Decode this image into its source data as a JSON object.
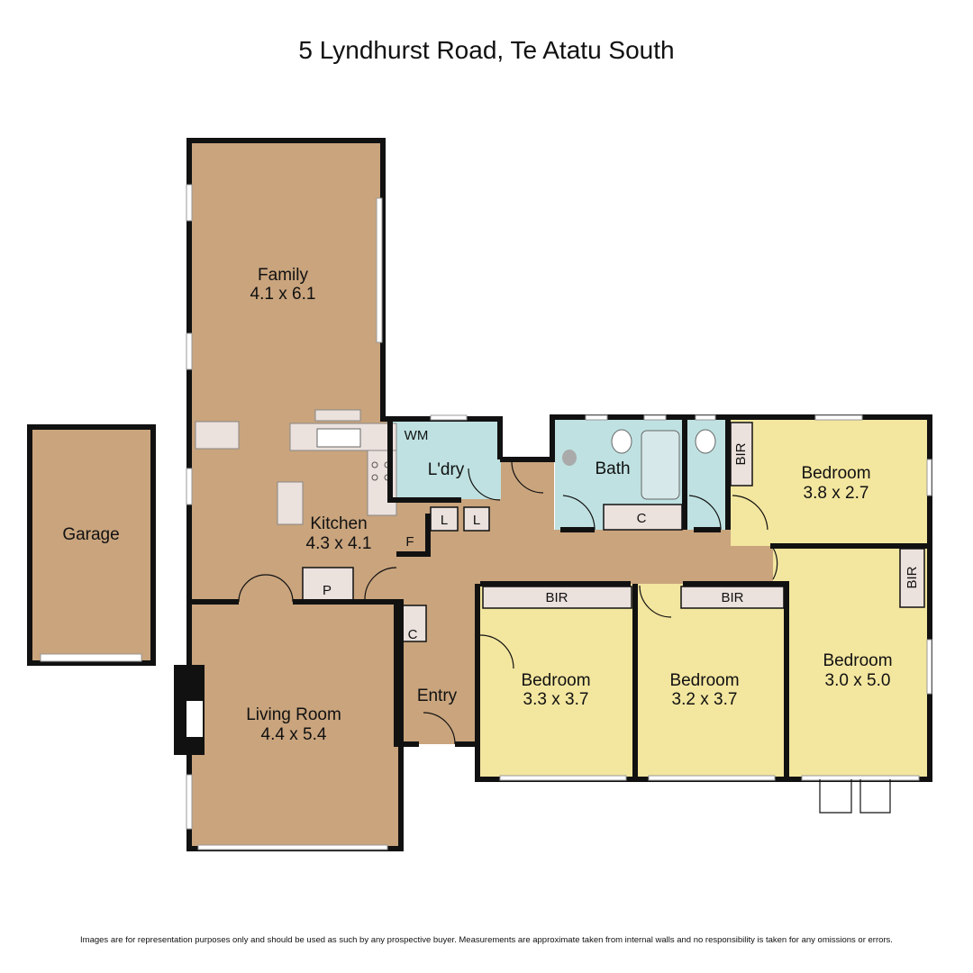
{
  "title": "5 Lyndhurst Road, Te Atatu South",
  "rooms": {
    "family": {
      "name": "Family",
      "dims": "4.1 x 6.1"
    },
    "kitchen": {
      "name": "Kitchen",
      "dims": "4.3 x 4.1"
    },
    "living": {
      "name": "Living Room",
      "dims": "4.4 x 5.4"
    },
    "garage": {
      "name": "Garage"
    },
    "laundry": {
      "name": "L'dry"
    },
    "bath": {
      "name": "Bath"
    },
    "entry": {
      "name": "Entry"
    },
    "bedroom1": {
      "name": "Bedroom",
      "dims": "3.8 x 2.7"
    },
    "bedroom2": {
      "name": "Bedroom",
      "dims": "3.3 x 3.7"
    },
    "bedroom3": {
      "name": "Bedroom",
      "dims": "3.2 x 3.7"
    },
    "bedroom4": {
      "name": "Bedroom",
      "dims": "3.0 x 5.0"
    }
  },
  "labels": {
    "wm": "WM",
    "linen1": "L",
    "linen2": "L",
    "fridge": "F",
    "pantry": "P",
    "cupboard_hall": "C",
    "cupboard_entry": "C",
    "bir_bed1": "BIR",
    "bir_bed2": "BIR",
    "bir_bed3": "BIR",
    "bir_bed4": "BIR"
  },
  "colors": {
    "living_fill": "#c9a47d",
    "bedroom_fill": "#f3e69f",
    "wet_fill": "#bfe1e1",
    "storage_fill": "#ebe1dd"
  },
  "disclaimer": "Images are for representation purposes only and should be used as such by any prospective buyer. Measurements are approximate taken from internal walls and no responsibility is taken for any omissions or errors."
}
